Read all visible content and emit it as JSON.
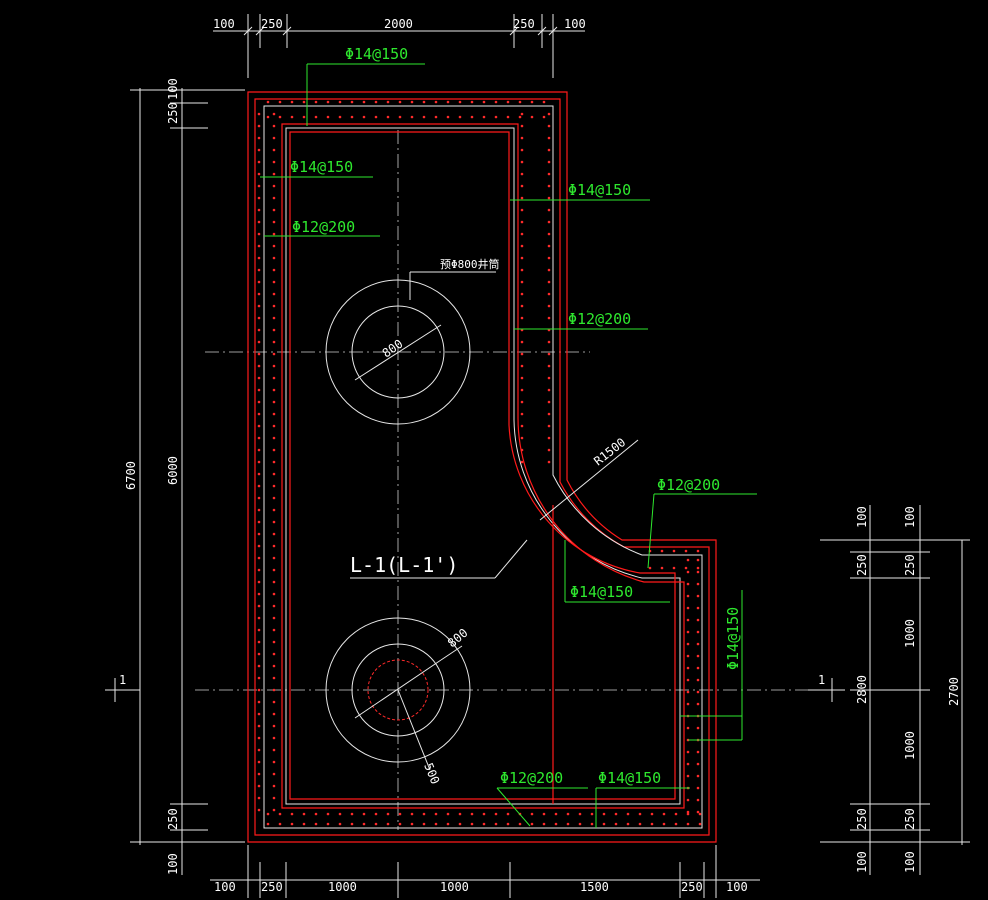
{
  "dims_top": [
    "100",
    "250",
    "2000",
    "250",
    "100"
  ],
  "dims_bottom": [
    "100",
    "250",
    "1000",
    "1000",
    "1500",
    "250",
    "100"
  ],
  "dims_left": [
    "250",
    "100",
    "6700",
    "6000",
    "250",
    "100"
  ],
  "dims_right": [
    "100",
    "100",
    "250",
    "250",
    "1000",
    "1000",
    "2800",
    "2700",
    "250",
    "250",
    "100",
    "100"
  ],
  "rebar_labels": [
    "Φ14@150",
    "Φ14@150",
    "Φ12@200",
    "Φ14@150",
    "Φ12@200",
    "Φ12@200",
    "Φ14@150",
    "Φ14@150",
    "Φ12@200",
    "Φ14@150"
  ],
  "radius_label": "R1500",
  "hole_top_diameter": "800",
  "hole_bottom_diameter": "800",
  "hole_bottom_inner": "500",
  "shaft_note": "预Φ800井筒",
  "beam_label": "L-1(L-1')",
  "section_mark": "1",
  "colors": {
    "background": "#000000",
    "outline": "#e8e8e8",
    "rebar": "#ff1a1a",
    "annotation": "#2ee82e",
    "text": "#ffffff"
  }
}
